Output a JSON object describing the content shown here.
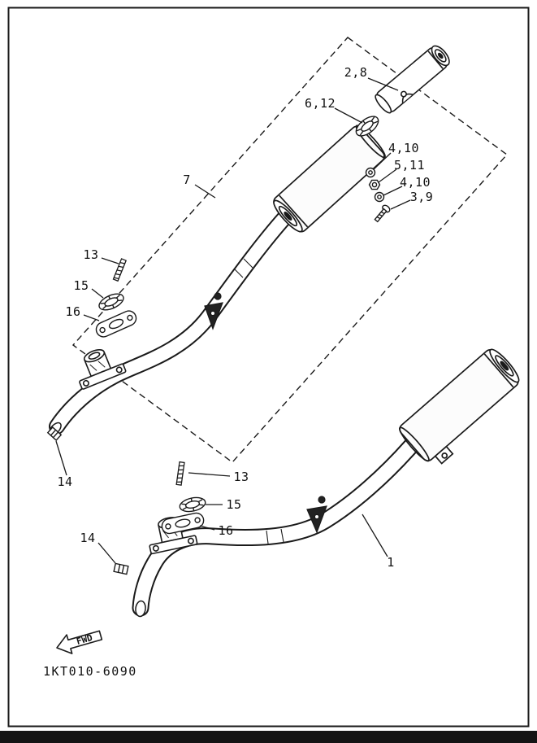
{
  "page": {
    "code": "1KT010-6090",
    "fwd": "FWD",
    "background": "#ffffff",
    "line_color": "#1a1a1a"
  },
  "callouts": [
    {
      "ref": "silencer",
      "label": "2,8"
    },
    {
      "ref": "silencer-gasket",
      "label": "6,12"
    },
    {
      "ref": "washer-a",
      "label": "4,10"
    },
    {
      "ref": "nut",
      "label": "5,11"
    },
    {
      "ref": "washer-b",
      "label": "4,10"
    },
    {
      "ref": "bolt",
      "label": "3,9"
    },
    {
      "ref": "left-exhaust-assembly",
      "label": "7"
    },
    {
      "ref": "stud-upper",
      "label": "13"
    },
    {
      "ref": "ring-gasket-upper",
      "label": "15"
    },
    {
      "ref": "flange-gasket-upper",
      "label": "16"
    },
    {
      "ref": "clamp-upper",
      "label": "14"
    },
    {
      "ref": "stud-lower",
      "label": "13"
    },
    {
      "ref": "ring-gasket-lower",
      "label": "15"
    },
    {
      "ref": "flange-gasket-lower",
      "label": "16"
    },
    {
      "ref": "clamp-lower",
      "label": "14"
    },
    {
      "ref": "right-exhaust-assembly",
      "label": "1"
    }
  ]
}
